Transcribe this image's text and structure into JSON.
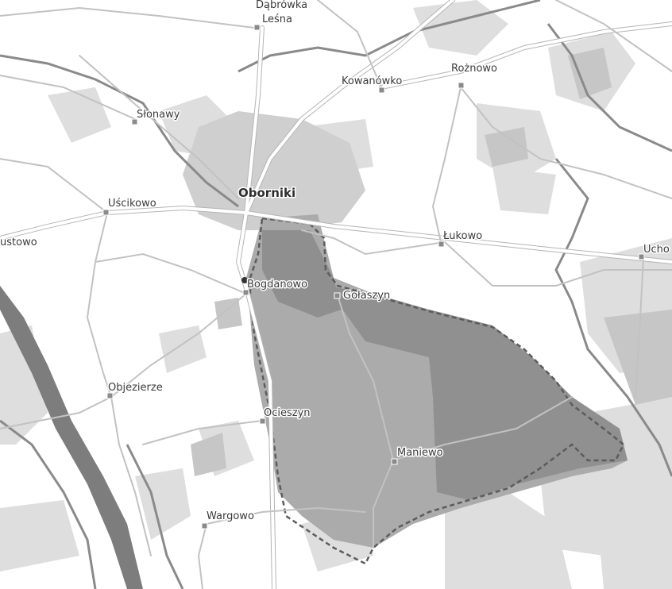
{
  "map": {
    "places": [
      {
        "id": "lesna",
        "name": "Leśna"
      },
      {
        "id": "leśna-top",
        "name": "Dąbrówka"
      },
      {
        "id": "roznowo",
        "name": "Rożnowo"
      },
      {
        "id": "kowanowko",
        "name": "Kowanówko"
      },
      {
        "id": "slonawy",
        "name": "Słonawy"
      },
      {
        "id": "oborniki",
        "name": "Oborniki"
      },
      {
        "id": "uscikowo",
        "name": "Uścikowo"
      },
      {
        "id": "ustowo",
        "name": "ustowo"
      },
      {
        "id": "lukowo",
        "name": "Łukowo"
      },
      {
        "id": "ucho",
        "name": "Ucho"
      },
      {
        "id": "bogdanowo",
        "name": "Bogdanowo"
      },
      {
        "id": "golaszyn",
        "name": "Gołaszyn"
      },
      {
        "id": "objezierze",
        "name": "Objezierze"
      },
      {
        "id": "ocieszyn",
        "name": "Ocieszyn"
      },
      {
        "id": "maniewo",
        "name": "Maniewo"
      },
      {
        "id": "wargowo",
        "name": "Wargowo"
      }
    ],
    "colors": {
      "background": "#ffffff",
      "forest_light": "#dcdcdc",
      "forest_mid": "#c4c4c4",
      "area_fill": "#a9a9a9",
      "area_dark": "#8c8c8c",
      "road": "#c8c8c8",
      "border_line": "#8a8a8a",
      "dashed_boundary": "#6d6d6d",
      "water": "#7b7b7b"
    }
  }
}
